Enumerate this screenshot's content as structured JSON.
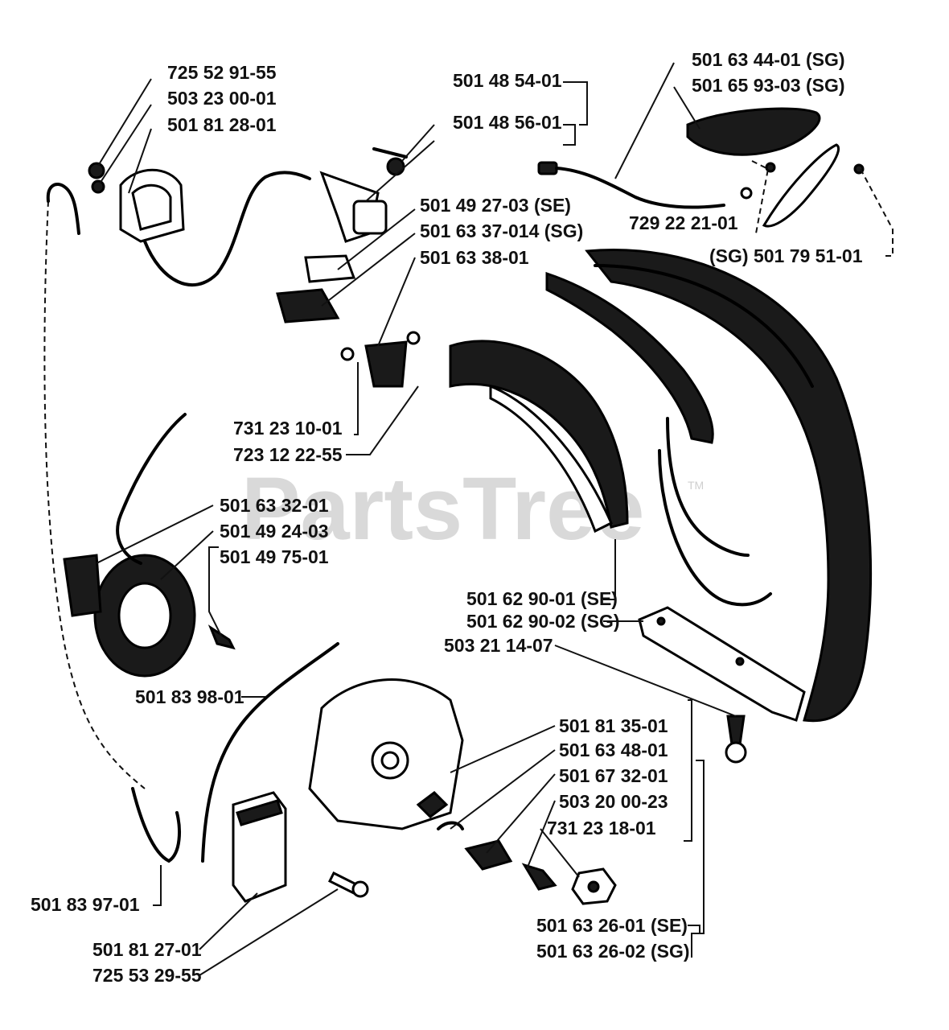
{
  "watermark": {
    "text": "PartsTree",
    "tm": "TM"
  },
  "labels": {
    "l725_52_91_55": "725 52 91-55",
    "l503_23_00_01": "503 23 00-01",
    "l501_81_28_01": "501 81 28-01",
    "l501_48_54_01": "501 48 54-01",
    "l501_48_56_01": "501 48 56-01",
    "l501_63_44_01": "501 63 44-01 (SG)",
    "l501_65_93_03": "501 65 93-03 (SG)",
    "l501_49_27_03": "501 49 27-03 (SE)",
    "l501_63_37_014": "501 63 37-014 (SG)",
    "l501_63_38_01": "501 63 38-01",
    "l729_22_21_01": "729 22 21-01",
    "l501_79_51_01": "(SG) 501 79 51-01",
    "l731_23_10_01": "731 23 10-01",
    "l723_12_22_55": "723 12 22-55",
    "l501_63_32_01": "501 63 32-01",
    "l501_49_24_03": "501 49 24-03",
    "l501_49_75_01": "501 49 75-01",
    "l501_62_90_01": "501 62 90-01 (SE)",
    "l501_62_90_02": "501 62 90-02 (SG)",
    "l503_21_14_07": "503 21 14-07",
    "l501_83_98_01": "501 83 98-01",
    "l501_81_35_01": "501 81 35-01",
    "l501_63_48_01": "501 63 48-01",
    "l501_67_32_01": "501 67 32-01",
    "l503_20_00_23": "503 20 00-23",
    "l731_23_18_01": "731 23 18-01",
    "l501_83_97_01": "501 83 97-01",
    "l501_63_26_01": "501 63 26-01 (SE)",
    "l501_63_26_02": "501 63 26-02 (SG)",
    "l501_81_27_01": "501 81 27-01",
    "l725_53_29_55": "725 53 29-55"
  }
}
